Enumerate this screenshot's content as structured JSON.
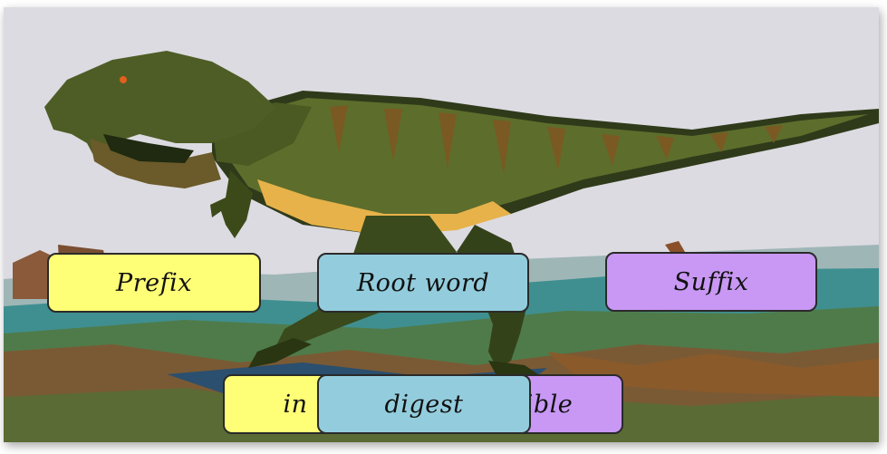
{
  "labels": {
    "prefix": "Prefix",
    "root": "Root word",
    "suffix": "Suffix"
  },
  "word_parts": {
    "prefix": "in",
    "root": "digest",
    "suffix": "ible"
  },
  "colors": {
    "prefix": "#ffff77",
    "root": "#93cddd",
    "suffix": "#c898f4",
    "sky": "#dcdbe1"
  },
  "illustration": {
    "subject": "tyrannosaurus-rex"
  }
}
